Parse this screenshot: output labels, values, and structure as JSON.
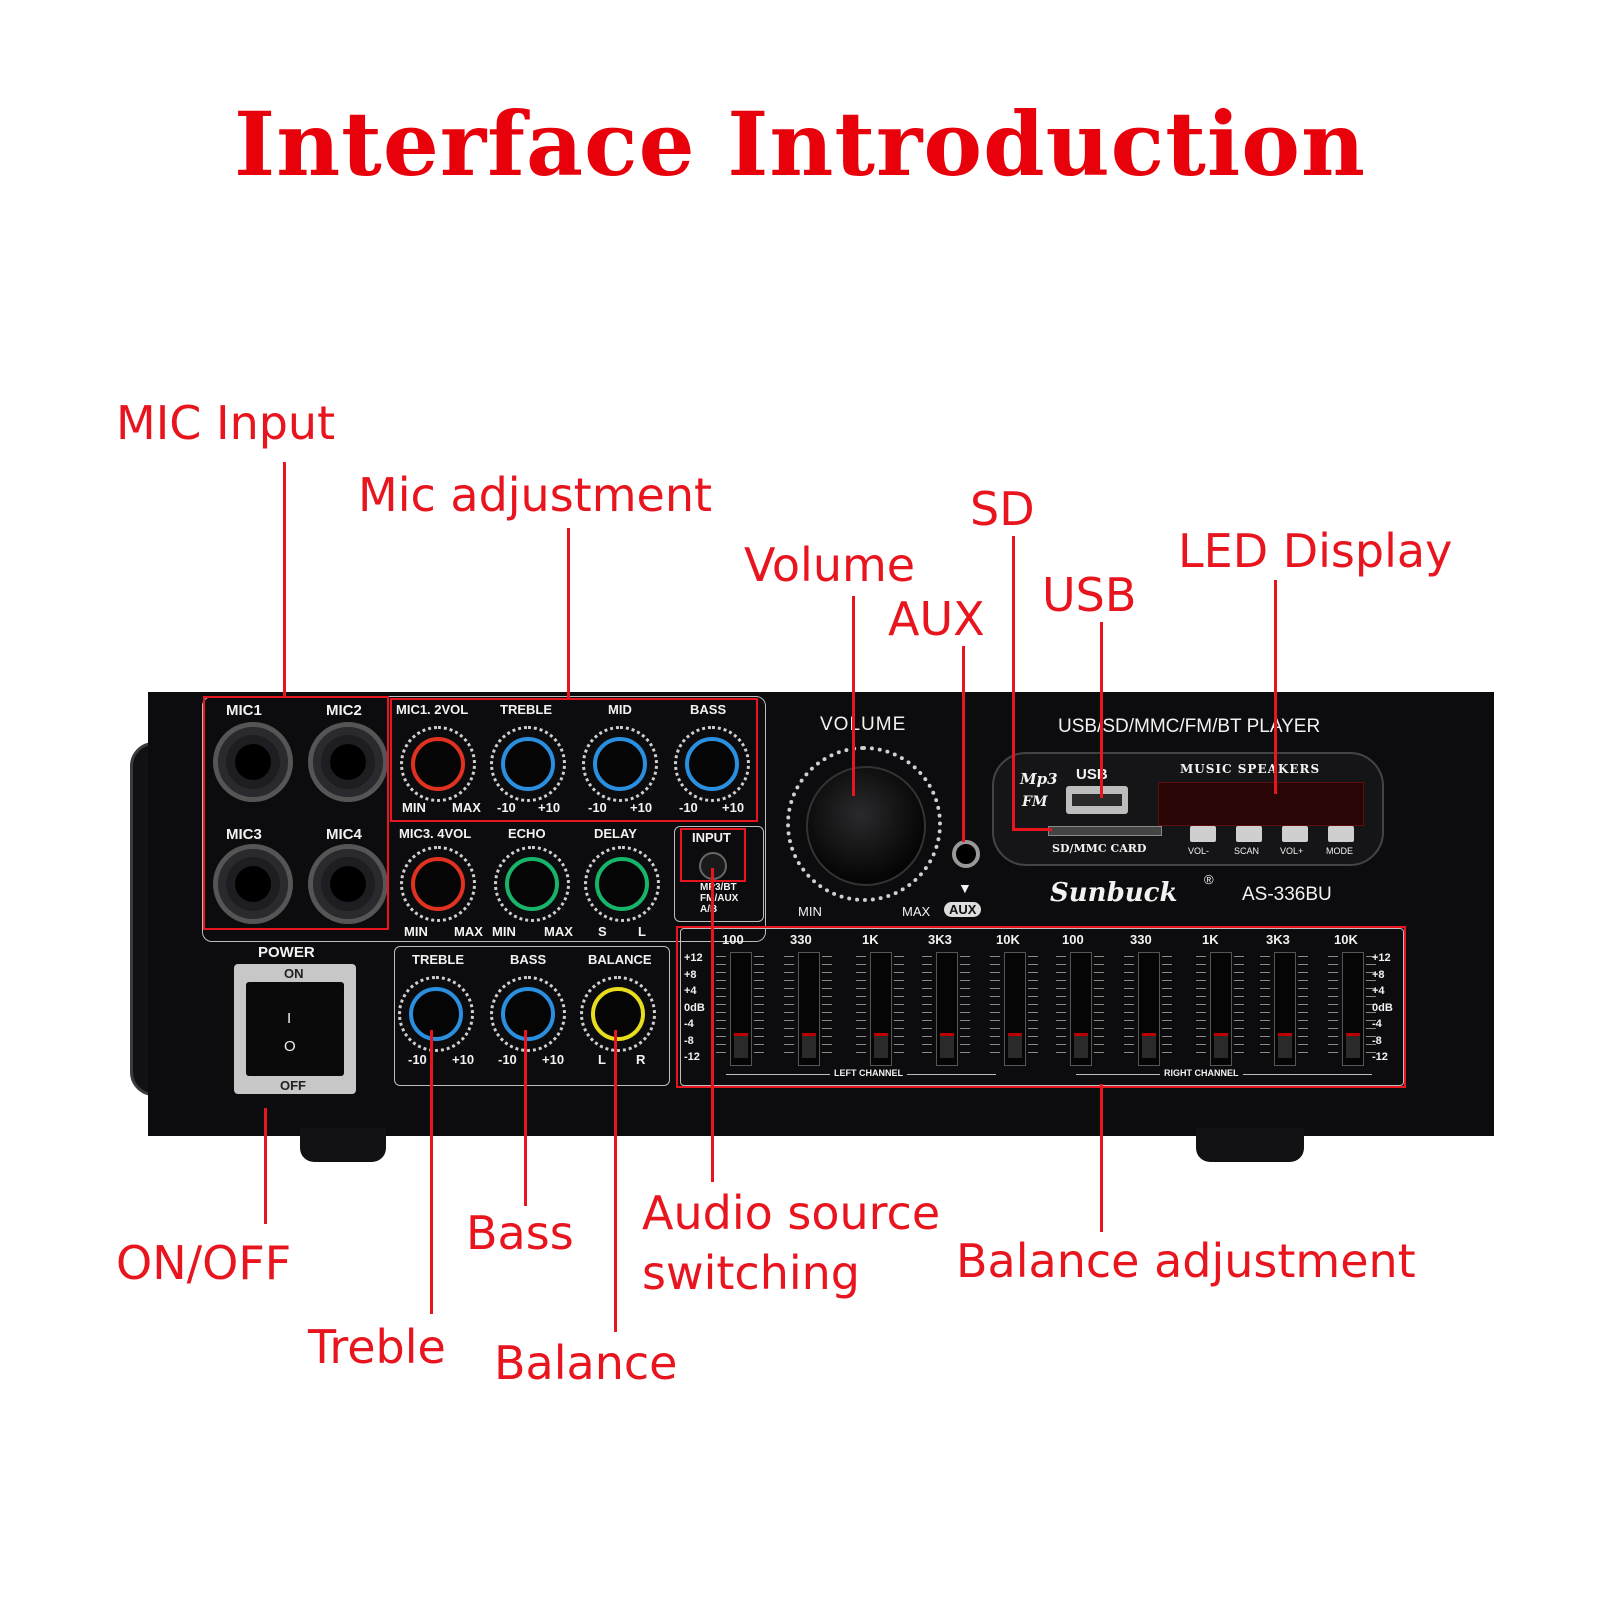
{
  "title": "Interface Introduction",
  "callouts": {
    "mic_input": "MIC Input",
    "mic_adjustment": "Mic adjustment",
    "sd": "SD",
    "volume": "Volume",
    "aux": "AUX",
    "usb": "USB",
    "led_display": "LED Display",
    "on_off": "ON/OFF",
    "bass": "Bass",
    "audio_source_line1": "Audio source",
    "audio_source_line2": "switching",
    "balance_adjustment": "Balance adjustment",
    "treble": "Treble",
    "balance": "Balance"
  },
  "panel": {
    "mic_labels": [
      "MIC1",
      "MIC2",
      "MIC3",
      "MIC4"
    ],
    "row1_knobs": [
      {
        "label": "MIC1. 2VOL",
        "min": "MIN",
        "max": "MAX",
        "color": "#e0321e"
      },
      {
        "label": "TREBLE",
        "min": "-10",
        "max": "+10",
        "color": "#2b8fe0"
      },
      {
        "label": "MID",
        "min": "-10",
        "max": "+10",
        "color": "#2b8fe0"
      },
      {
        "label": "BASS",
        "min": "-10",
        "max": "+10",
        "color": "#2b8fe0"
      }
    ],
    "row2_knobs": [
      {
        "label": "MIC3. 4VOL",
        "min": "MIN",
        "max": "MAX",
        "color": "#e0321e"
      },
      {
        "label": "ECHO",
        "min": "MIN",
        "max": "MAX",
        "color": "#17b56a"
      },
      {
        "label": "DELAY",
        "min": "S",
        "max": "L",
        "color": "#17b56a"
      }
    ],
    "row3_knobs": [
      {
        "label": "TREBLE",
        "min": "-10",
        "max": "+10",
        "color": "#2b8fe0"
      },
      {
        "label": "BASS",
        "min": "-10",
        "max": "+10",
        "color": "#2b8fe0"
      },
      {
        "label": "BALANCE",
        "min": "L",
        "max": "R",
        "color": "#e8dc1e"
      }
    ],
    "power": {
      "label": "POWER",
      "on": "ON",
      "off": "OFF",
      "on_symbol": "I",
      "off_symbol": "O"
    },
    "input": {
      "label": "INPUT",
      "opt1": "MP3/BT",
      "opt2": "FM/AUX",
      "opt3": "A/B"
    },
    "volume": {
      "label": "VOLUME",
      "min": "MIN",
      "max": "MAX",
      "aux": "AUX"
    },
    "player": {
      "title": "USB/SD/MMC/FM/BT PLAYER",
      "mp3": "Mp3",
      "fm": "FM",
      "usb": "USB",
      "card": "SD/MMC CARD",
      "screen_title": "MUSIC SPEAKERS",
      "buttons": [
        "VOL-",
        "SCAN",
        "VOL+",
        "MODE"
      ]
    },
    "brand": "Sunbuck",
    "registered": "®",
    "model": "AS-336BU",
    "eq": {
      "freqs": [
        "100",
        "330",
        "1K",
        "3K3",
        "10K",
        "100",
        "330",
        "1K",
        "3K3",
        "10K"
      ],
      "db_scale": [
        "+12",
        "+8",
        "+4",
        "0dB",
        "-4",
        "-8",
        "-12"
      ],
      "left_channel": "LEFT CHANNEL",
      "right_channel": "RIGHT CHANNEL"
    }
  }
}
